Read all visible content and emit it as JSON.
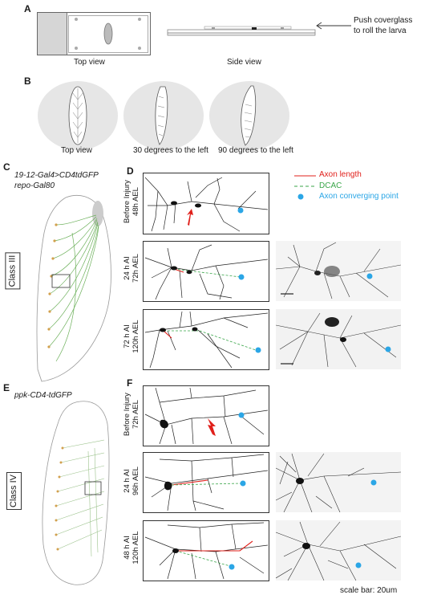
{
  "panels": {
    "a": {
      "letter": "A",
      "top_view": "Top view",
      "side_view": "Side view",
      "annotation_line1": "Push coverglass",
      "annotation_line2": "to roll the larva"
    },
    "b": {
      "letter": "B",
      "labels": [
        "Top view",
        "30 degrees to the left",
        "90 degrees to the left"
      ]
    },
    "c": {
      "letter": "C",
      "genotype_line1": "19-12-Gal4>CD4tdGFP",
      "genotype_line2": "repo-Gal80",
      "class_label": "Class III"
    },
    "d": {
      "letter": "D",
      "rows": [
        {
          "line1": "Before Injury",
          "line2": "48h AEL"
        },
        {
          "line1": "24 h AI",
          "line2": "72h AEL"
        },
        {
          "line1": "72 h AI",
          "line2": "120h AEL"
        }
      ]
    },
    "e": {
      "letter": "E",
      "genotype": "ppk-CD4-tdGFP",
      "class_label": "Class IV"
    },
    "f": {
      "letter": "F",
      "rows": [
        {
          "line1": "Before Injury",
          "line2": "72h AEL"
        },
        {
          "line1": "24 h AI",
          "line2": "96h AEL"
        },
        {
          "line1": "48 h AI",
          "line2": "120h AEL"
        }
      ]
    }
  },
  "legend": {
    "axon_length": "Axon length",
    "dcac": "DCAC",
    "axon_converging_point": "Axon converging point"
  },
  "colors": {
    "axon_length": "#e0201b",
    "dcac": "#3aa64a",
    "converging_point": "#2ba6e6",
    "injury_arrow": "#e0201b"
  },
  "scale_bar": "scale bar: 20um"
}
